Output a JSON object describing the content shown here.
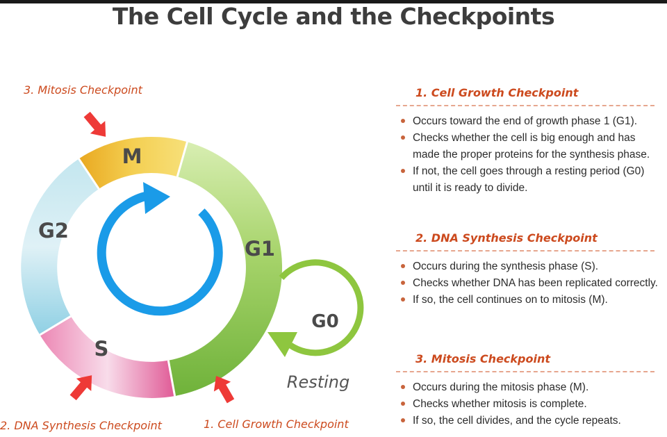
{
  "title": "The Cell Cycle and the Checkpoints",
  "phases": {
    "m": "M",
    "g1": "G1",
    "g2": "G2",
    "s": "S",
    "g0": "G0"
  },
  "resting_label": "Resting",
  "diagram_labels": {
    "mitosis": "3. Mitosis Checkpoint",
    "dna": "2. DNA Synthesis Checkpoint",
    "growth": "1. Cell Growth Checkpoint"
  },
  "checkpoints": [
    {
      "title": "1. Cell Growth Checkpoint",
      "points": [
        "Occurs toward the end of growth phase 1 (G1).",
        "Checks whether the cell is big enough and has made the proper proteins for the synthesis phase.",
        "If not, the cell goes through a resting period (G0) until it is ready to divide."
      ]
    },
    {
      "title": "2. DNA Synthesis Checkpoint",
      "points": [
        "Occurs during the synthesis phase (S).",
        "Checks whether DNA has been replicated correctly.",
        "If so, the cell continues on to mitosis (M)."
      ]
    },
    {
      "title": "3. Mitosis Checkpoint",
      "points": [
        "Occurs during the mitosis phase (M).",
        "Checks whether mitosis is complete.",
        "If so, the cell divides, and the cycle repeats."
      ]
    }
  ],
  "colors": {
    "title": "#3d3d3d",
    "checkpoint_text": "#cc4a1e",
    "arrow_red": "#ee3a37",
    "cycle_blue": "#1a9be8",
    "g0_green": "#8ec63f",
    "m_phase": "#ecb62c",
    "g1_phase": "#86c04a",
    "g2_phase": "#a9dbe8",
    "s_phase": "#e0679c"
  }
}
